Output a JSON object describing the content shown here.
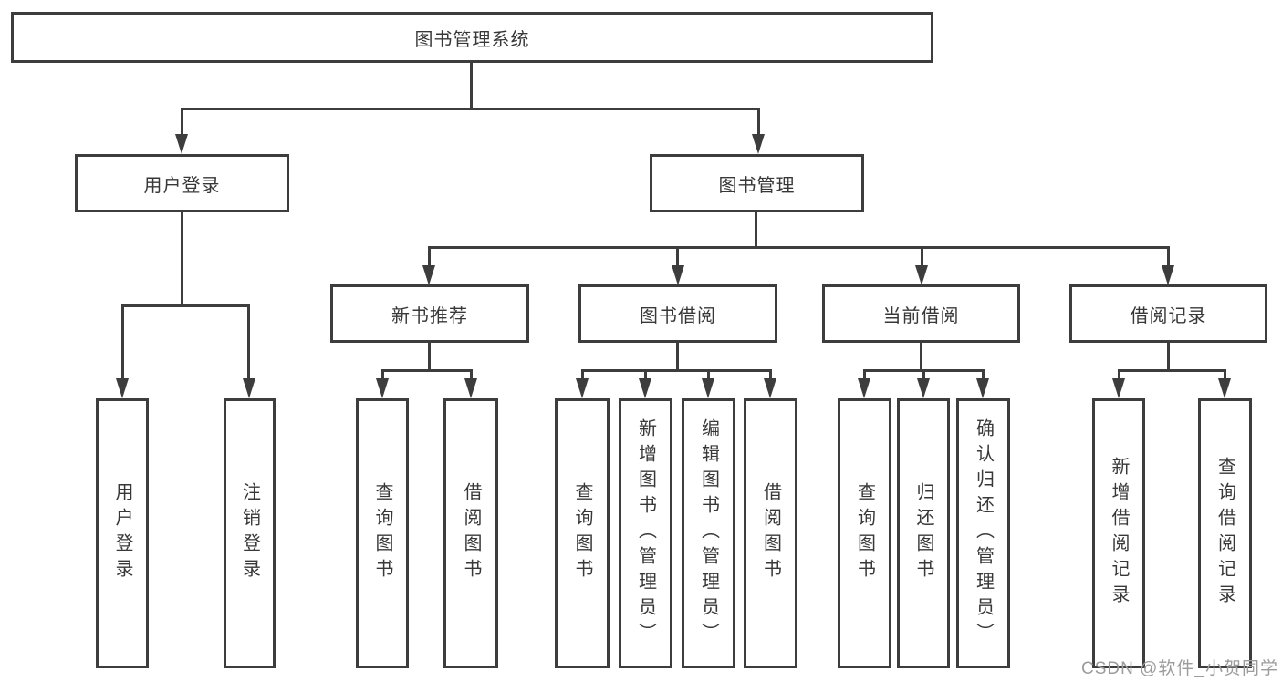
{
  "colors": {
    "line": "#3d3d3d",
    "text": "#383838",
    "watermark": "#9c9c9c",
    "background": "#ffffff"
  },
  "watermark": {
    "text": "CSDN @软件_小贺同学"
  },
  "tree": {
    "root": {
      "label": "图书管理系统",
      "children": [
        {
          "label": "用户登录",
          "children": [
            {
              "label": "用户登录"
            },
            {
              "label": "注销登录"
            }
          ]
        },
        {
          "label": "图书管理",
          "children": [
            {
              "label": "新书推荐",
              "children": [
                {
                  "label": "查询图书"
                },
                {
                  "label": "借阅图书"
                }
              ]
            },
            {
              "label": "图书借阅",
              "children": [
                {
                  "label": "查询图书"
                },
                {
                  "label": "新增图书（管理员）"
                },
                {
                  "label": "编辑图书（管理员）"
                },
                {
                  "label": "借阅图书"
                }
              ]
            },
            {
              "label": "当前借阅",
              "children": [
                {
                  "label": "查询图书"
                },
                {
                  "label": "归还图书"
                },
                {
                  "label": "确认归还（管理员）"
                }
              ]
            },
            {
              "label": "借阅记录",
              "children": [
                {
                  "label": "新增借阅记录"
                },
                {
                  "label": "查询借阅记录"
                }
              ]
            }
          ]
        }
      ]
    }
  }
}
